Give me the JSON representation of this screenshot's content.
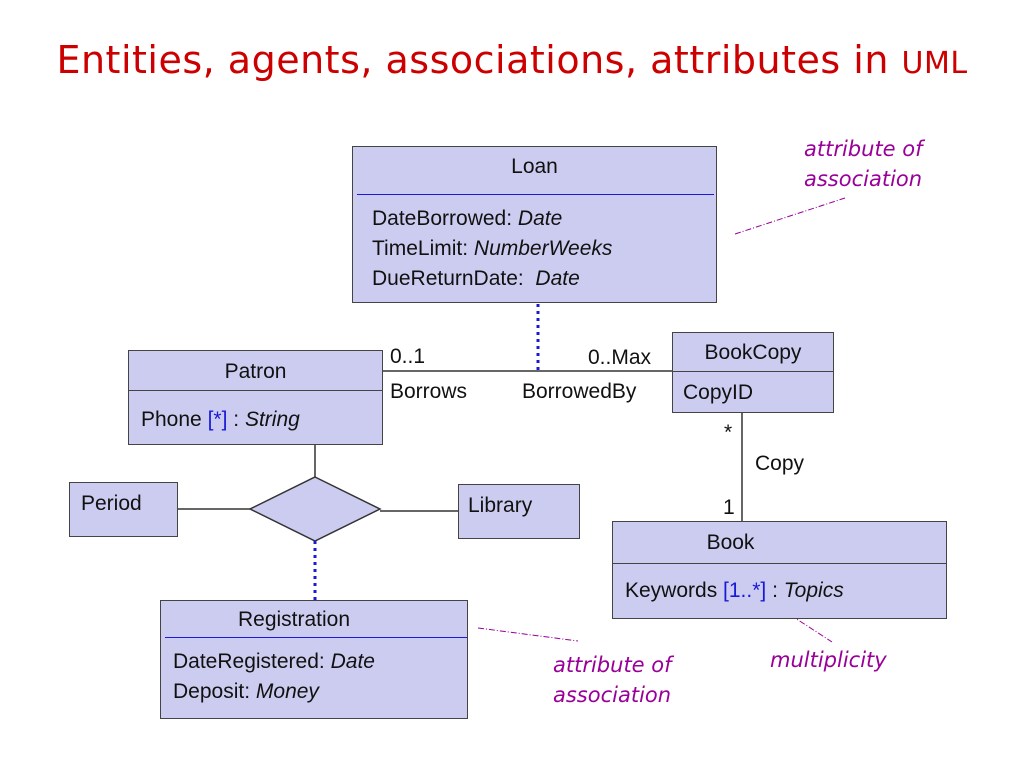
{
  "title": {
    "main": "Entities, agents, associations, attributes in ",
    "uml": "UML"
  },
  "loan": {
    "name": "Loan",
    "attr1_name": "DateBorrowed:",
    "attr1_type": "Date",
    "attr2_name": "TimeLimit:",
    "attr2_type": "NumberWeeks",
    "attr3_name": "DueReturnDate:",
    "attr3_type": "Date"
  },
  "patron": {
    "name": "Patron",
    "attr_name": "Phone",
    "attr_mult": "[*]",
    "attr_colon": ":",
    "attr_type": "String"
  },
  "bookcopy": {
    "name": "BookCopy",
    "attr": "CopyID"
  },
  "book": {
    "name": "Book",
    "attr_name": "Keywords",
    "attr_mult": "[1..*]",
    "attr_colon": ":",
    "attr_type": "Topics"
  },
  "period": {
    "name": "Period"
  },
  "library": {
    "name": "Library"
  },
  "registration": {
    "name": "Registration",
    "attr1_name": "DateRegistered:",
    "attr1_type": "Date",
    "attr2_name": "Deposit:",
    "attr2_type": "Money"
  },
  "borrow_assoc": {
    "left_mult": "0..1",
    "right_mult": "0..Max",
    "left_role": "Borrows",
    "right_role": "BorrowedBy"
  },
  "copy_assoc": {
    "top_mult": "*",
    "bottom_mult": "1",
    "name": "Copy"
  },
  "notes": {
    "attr_assoc_top_line1": "attribute of",
    "attr_assoc_top_line2": "association",
    "attr_assoc_bottom_line1": "attribute of",
    "attr_assoc_bottom_line2": "association",
    "multiplicity": "multiplicity"
  },
  "colors": {
    "title": "#cc0000",
    "box_fill": "#ccccf0",
    "note": "#990099",
    "link": "#1a1ad6"
  }
}
